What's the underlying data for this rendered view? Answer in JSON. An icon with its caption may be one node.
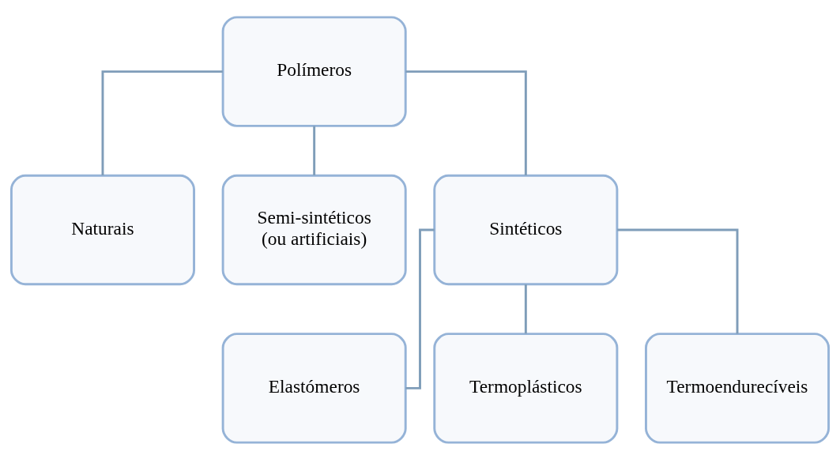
{
  "diagram": {
    "nodes": [
      {
        "text": [
          "Polímeros"
        ]
      },
      {
        "text": [
          "Naturais"
        ]
      },
      {
        "text": [
          "Semi-sintéticos (ou artificiais)"
        ]
      },
      {
        "text": [
          "Sintéticos"
        ]
      },
      {
        "text": [
          "Elastómeros"
        ]
      },
      {
        "text": [
          "Termoplásticos"
        ]
      },
      {
        "text": [
          "Termoendurecíveis"
        ]
      }
    ],
    "edges": [
      {
        "from": 0,
        "to": 1,
        "arrow": "none"
      },
      {
        "from": 0,
        "to": 2,
        "arrow": "none"
      },
      {
        "from": 0,
        "to": 3,
        "arrow": "none"
      },
      {
        "from": 3,
        "to": 4,
        "arrow": "none"
      },
      {
        "from": 3,
        "to": 5,
        "arrow": "none"
      },
      {
        "from": 3,
        "to": 6,
        "arrow": "none"
      }
    ]
  }
}
